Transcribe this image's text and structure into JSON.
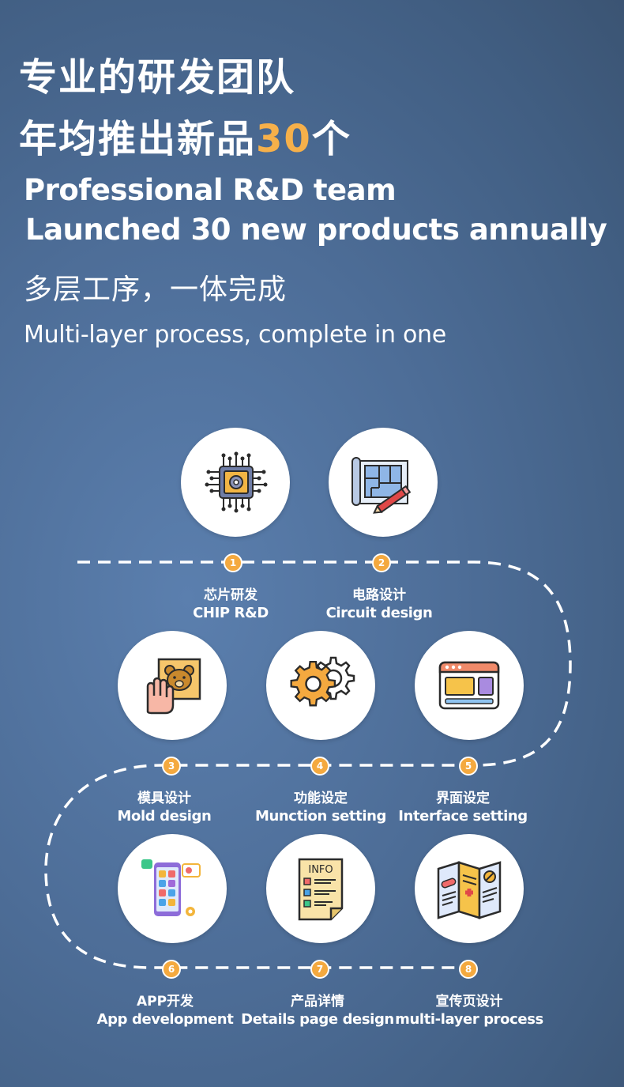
{
  "header": {
    "title_line1": "专业的研发团队",
    "title_line2_prefix": "年均推出新品",
    "title_line2_highlight": "30",
    "title_line2_suffix": "个",
    "title_en_line1": "Professional R&D team",
    "title_en_line2": "Launched 30 new products annually",
    "subtitle_cn": "多层工序，一体完成",
    "subtitle_en": "Multi-layer process, complete in one"
  },
  "steps": [
    {
      "number": "1",
      "label_cn": "芯片研发",
      "label_en": "CHIP R&D",
      "icon": "chip-icon"
    },
    {
      "number": "2",
      "label_cn": "电路设计",
      "label_en": "Circuit design",
      "icon": "blueprint-icon"
    },
    {
      "number": "3",
      "label_cn": "模具设计",
      "label_en": "Mold design",
      "icon": "mold-bear-icon"
    },
    {
      "number": "4",
      "label_cn": "功能设定",
      "label_en": "Munction setting",
      "icon": "gears-icon"
    },
    {
      "number": "5",
      "label_cn": "界面设定",
      "label_en": "Interface setting",
      "icon": "browser-window-icon"
    },
    {
      "number": "6",
      "label_cn": "APP开发",
      "label_en": "App development",
      "icon": "mobile-app-icon"
    },
    {
      "number": "7",
      "label_cn": "产品详情",
      "label_en": "Details page design",
      "icon": "info-document-icon"
    },
    {
      "number": "8",
      "label_cn": "宣传页设计",
      "label_en": "multi-layer process",
      "icon": "brochure-icon"
    }
  ],
  "colors": {
    "accent": "#f4a93f",
    "background": "#4d6d97",
    "path": "#ffffff"
  }
}
